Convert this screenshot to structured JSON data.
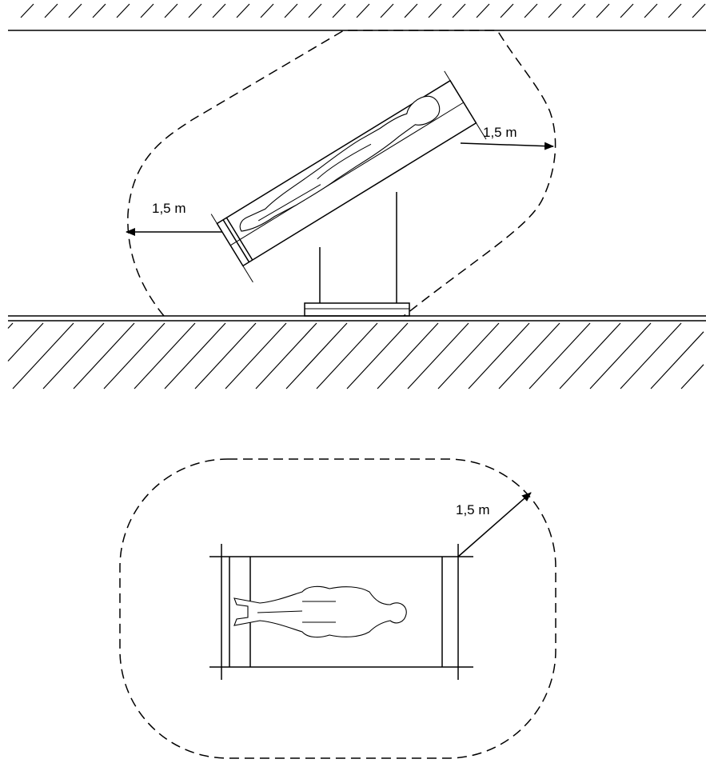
{
  "labels": {
    "clearance_left": "1,5 m",
    "clearance_right": "1,5 m",
    "clearance_plan": "1,5 m"
  },
  "colors": {
    "line": "#000000",
    "background": "#ffffff"
  }
}
